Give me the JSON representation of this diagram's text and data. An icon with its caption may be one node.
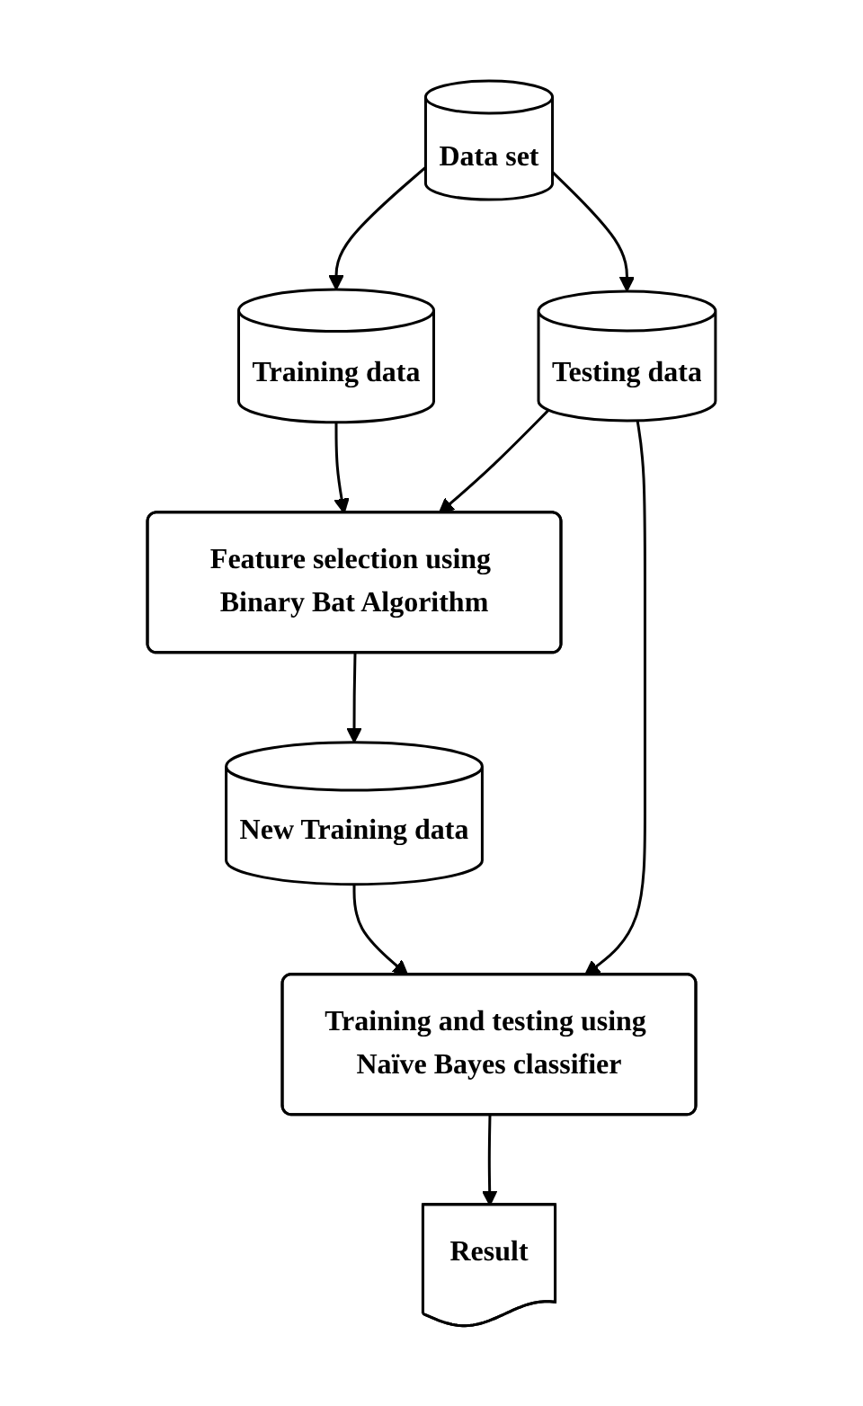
{
  "diagram": {
    "nodes": [
      {
        "text": [
          "Data set"
        ]
      },
      {
        "text": [
          "Testing data"
        ]
      },
      {
        "text": [
          "Training data"
        ]
      },
      {
        "text": [
          "Feature selection using Binary Bat Algorithm"
        ]
      },
      {
        "text": [
          "New Training data"
        ]
      },
      {
        "text": [
          "Training and testing using Naïve Bayes classifier"
        ]
      },
      {
        "text": [
          "Result"
        ]
      }
    ],
    "edges": [
      {
        "from": 0,
        "to": 1,
        "arrow": "to"
      },
      {
        "from": 0,
        "to": 2,
        "arrow": "to"
      },
      {
        "from": 2,
        "to": 3,
        "arrow": "to"
      },
      {
        "from": 1,
        "to": 3,
        "arrow": "to"
      },
      {
        "from": 3,
        "to": 4,
        "arrow": "to"
      },
      {
        "from": 4,
        "to": 5,
        "arrow": "to"
      },
      {
        "from": 1,
        "to": 5,
        "arrow": "to"
      },
      {
        "from": 5,
        "to": 6,
        "arrow": "to"
      }
    ]
  }
}
